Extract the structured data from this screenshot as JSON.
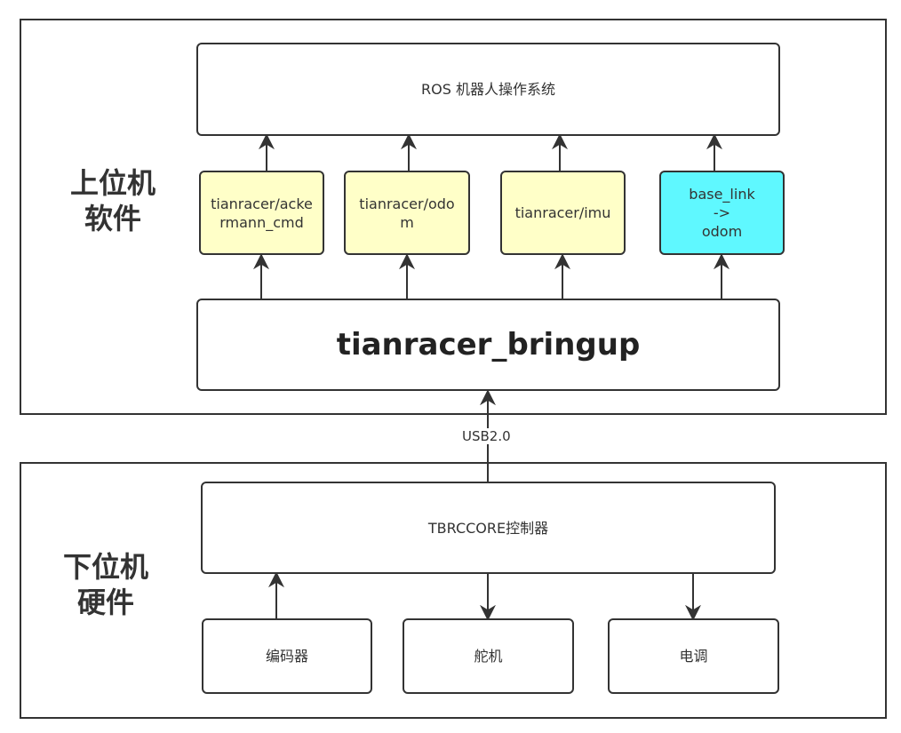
{
  "upper_group": {
    "label_line1": "上位机",
    "label_line2": "软件"
  },
  "lower_group": {
    "label_line1": "下位机",
    "label_line2": "硬件"
  },
  "nodes": {
    "ros": "ROS 机器人操作系统",
    "ackermann": "tianracer/ackermann_cmd",
    "odom": "tianracer/odom",
    "imu": "tianracer/imu",
    "base_link_line1": "base_link",
    "base_link_line2": "->",
    "base_link_line3": "odom",
    "bringup": "tianracer_bringup",
    "controller": "TBRCCORE控制器",
    "encoder": "编码器",
    "servo": "舵机",
    "esc": "电调"
  },
  "edges": {
    "usb_label": "USB2.0"
  },
  "colors": {
    "topic_fill": "#ffffc8",
    "tf_fill": "#5ff8ff",
    "stroke": "#333333"
  }
}
